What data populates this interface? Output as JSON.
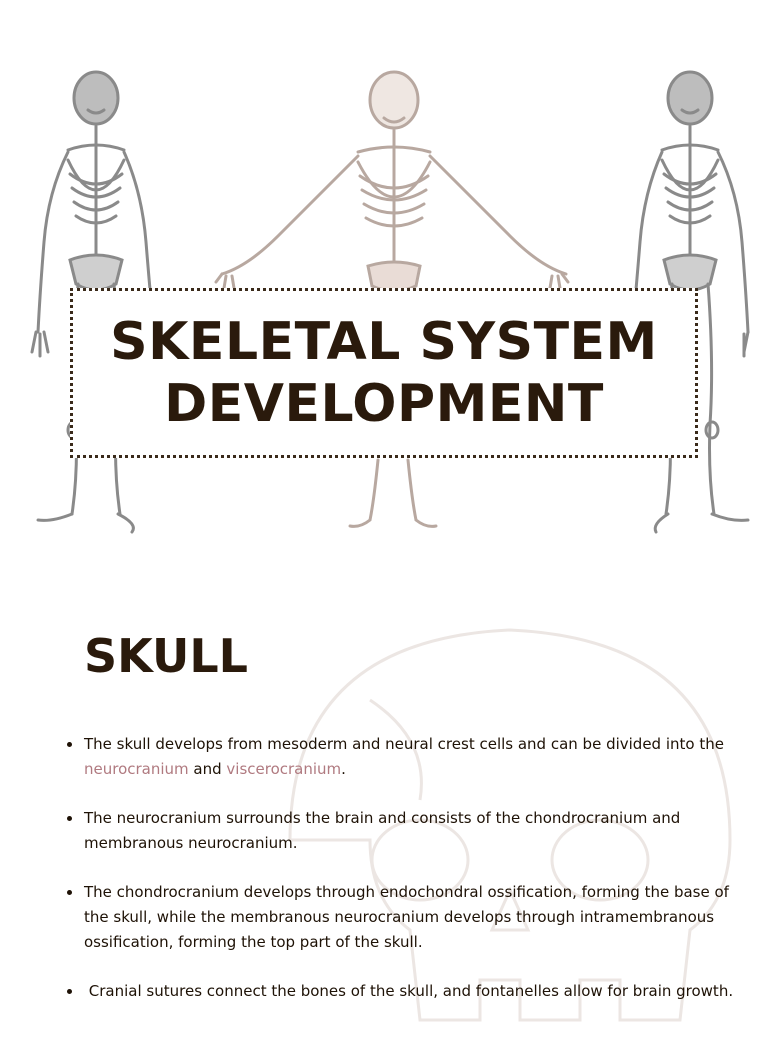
{
  "header": {
    "title_line1": "SKELETAL SYSTEM",
    "title_line2": "DEVELOPMENT"
  },
  "section": {
    "title": "SKULL"
  },
  "bullets": {
    "b1_pre": "The skull develops from mesoderm and neural crest cells and can be divided into the ",
    "b1_term1": "neurocranium",
    "b1_mid": " and ",
    "b1_term2": "viscerocranium",
    "b1_post": ".",
    "b2": "The neurocranium surrounds the brain and consists of the chondrocranium and membranous neurocranium.",
    "b3": "The chondrocranium develops through endochondral ossification, forming the base of the skull, while the membranous neurocranium develops through intramembranous ossification, forming the top part of the skull.",
    "b4": " Cranial sutures connect the bones of the skull, and fontanelles allow for brain growth."
  },
  "colors": {
    "text": "#2a1a0c",
    "accent_term": "#b07a80",
    "skeleton": "#8a8a8a"
  },
  "icons": {
    "skeleton_left": "skeleton-illustration",
    "skeleton_center": "skeleton-illustration",
    "skeleton_right": "skeleton-illustration",
    "background": "skull-outline"
  }
}
